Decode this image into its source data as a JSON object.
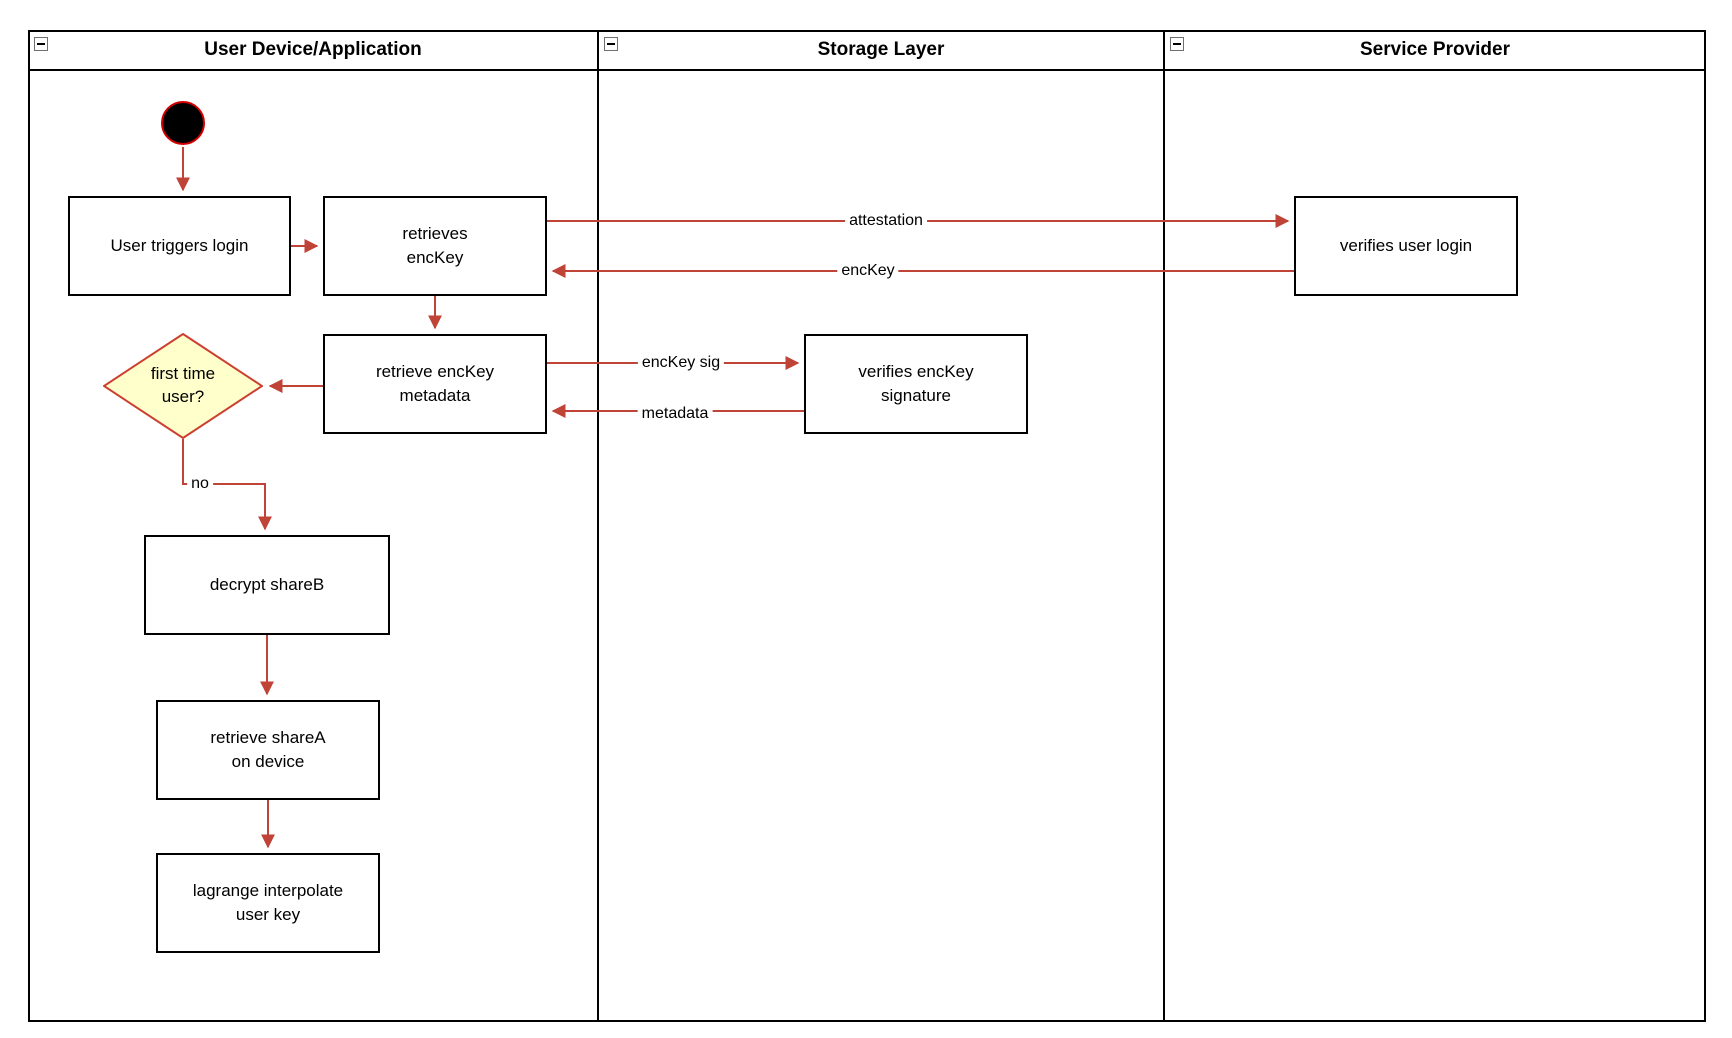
{
  "colors": {
    "accent": "#bf4336",
    "diamond_fill": "#ffffcc",
    "diamond_stroke": "#cc3f2f",
    "start_stroke": "#d40000"
  },
  "lanes": [
    {
      "title": "User Device/Application"
    },
    {
      "title": "Storage Layer"
    },
    {
      "title": "Service Provider"
    }
  ],
  "nodes": {
    "user_triggers_login": "User triggers login",
    "retrieves_enckey": "retrieves\nencKey",
    "verifies_user_login": "verifies user login",
    "retrieve_enckey_metadata": "retrieve encKey\nmetadata",
    "verifies_enckey_signature": "verifies encKey\nsignature",
    "first_time_user": "first time\nuser?",
    "decrypt_shareb": "decrypt shareB",
    "retrieve_sharea": "retrieve shareA\non device",
    "lagrange_interpolate": "lagrange interpolate\nuser key"
  },
  "edge_labels": {
    "attestation": "attestation",
    "enckey": "encKey",
    "enckey_sig": "encKey sig",
    "metadata": "metadata",
    "no": "no"
  }
}
